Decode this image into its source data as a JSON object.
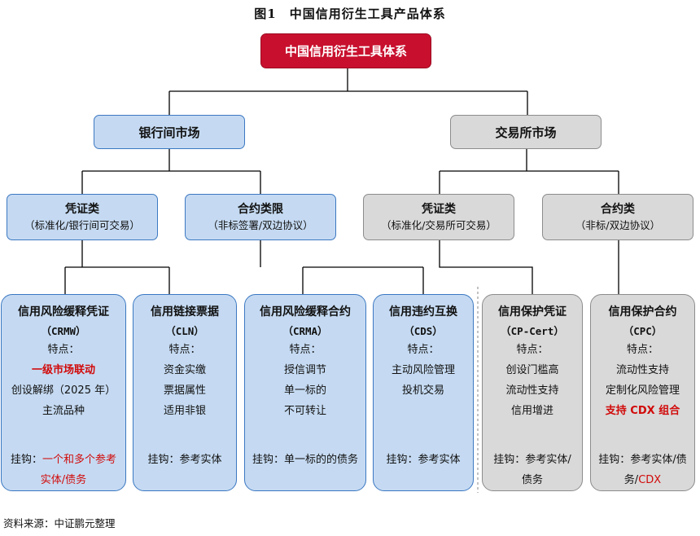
{
  "figure": {
    "title": "图1　中国信用衍生工具产品体系"
  },
  "root": {
    "label": "中国信用衍生工具体系",
    "color": "#c8102e"
  },
  "markets": [
    {
      "label": "银行间市场",
      "style": "blue"
    },
    {
      "label": "交易所市场",
      "style": "grey"
    }
  ],
  "categories": [
    {
      "title": "凭证类",
      "subtitle": "（标准化/银行间可交易）"
    },
    {
      "title": "合约类限",
      "subtitle": "（非标签署/双边协议）"
    },
    {
      "title": "凭证类",
      "subtitle": "（标准化/交易所可交易）"
    },
    {
      "title": "合约类",
      "subtitle": "（非标/双边协议）"
    }
  ],
  "products": [
    {
      "name": "信用风险缓释凭证",
      "code": "（CRMW）",
      "feature_label": "特点：",
      "features": [
        "一级市场联动",
        "创设解绑（2025 年）",
        "主流品种"
      ],
      "peg_label": "挂钩：",
      "peg_value": "一个和多个参考实体/债务"
    },
    {
      "name": "信用链接票据",
      "code": "（CLN）",
      "feature_label": "特点：",
      "features": [
        "资金实缴",
        "票据属性",
        "适用非银"
      ],
      "peg_label": "挂钩：",
      "peg_value": "参考实体"
    },
    {
      "name": "信用风险缓释合约",
      "code": "（CRMA）",
      "feature_label": "特点：",
      "features": [
        "授信调节",
        "单一标的",
        "不可转让"
      ],
      "peg_label": "挂钩：",
      "peg_value": "单一标的的债务"
    },
    {
      "name": "信用违约互换",
      "code": "（CDS）",
      "feature_label": "特点：",
      "features": [
        "主动风险管理",
        "投机交易"
      ],
      "peg_label": "挂钩：",
      "peg_value": "参考实体"
    },
    {
      "name": "信用保护凭证",
      "code": "（CP-Cert）",
      "feature_label": "特点：",
      "features": [
        "创设门槛高",
        "流动性支持",
        "信用增进"
      ],
      "peg_label": "挂钩：",
      "peg_value": "参考实体/债务"
    },
    {
      "name": "信用保护合约",
      "code": "（CPC）",
      "feature_label": "特点：",
      "features": [
        "流动性支持",
        "定制化风险管理",
        "支持 CDX 组合"
      ],
      "peg_label": "挂钩：",
      "peg_value": "参考实体/债务/",
      "peg_extra": "CDX"
    }
  ],
  "footer": {
    "source": "资料来源：中证鹏元整理"
  },
  "colors": {
    "bank_fill": "#c5daf2",
    "bank_border": "#3c78c2",
    "exchange_fill": "#d9d9d9",
    "exchange_border": "#8c8c8c",
    "highlight": "#d10a0a"
  }
}
